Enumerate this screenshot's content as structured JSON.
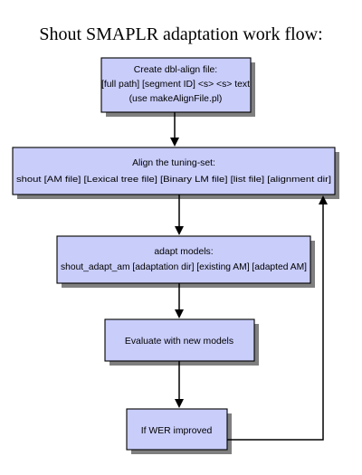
{
  "title": "Shout SMAPLR adaptation work flow:",
  "colors": {
    "box_fill": "#c9cdfa",
    "box_border": "#000000",
    "shadow": "#7f7f7f",
    "connector": "#000000"
  },
  "steps": [
    {
      "lines": [
        "Create dbl-align file:",
        "[full path] [segment ID] <s> <s> text",
        "(use makeAlignFile.pl)"
      ]
    },
    {
      "lines": [
        "Align the tuning-set:",
        "shout [AM file] [Lexical tree file] [Binary LM file] [list file] [alignment dir]"
      ]
    },
    {
      "lines": [
        "adapt models:",
        "shout_adapt_am [adaptation dir] [existing AM] [adapted AM]"
      ]
    },
    {
      "lines": [
        "Evaluate with new models"
      ]
    },
    {
      "lines": [
        "If WER improved"
      ]
    }
  ]
}
